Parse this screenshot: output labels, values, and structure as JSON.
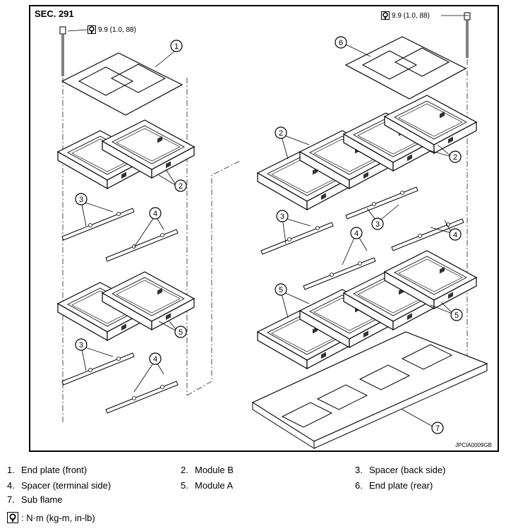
{
  "section_label": "SEC. 291",
  "torque_spec": "9.9 (1.0, 88)",
  "figure_code": "JPCIA0009GB",
  "legend": [
    {
      "num": "1.",
      "name": "End plate (front)"
    },
    {
      "num": "2.",
      "name": "Module B"
    },
    {
      "num": "3.",
      "name": "Spacer (back side)"
    },
    {
      "num": "4.",
      "name": "Spacer (terminal side)"
    },
    {
      "num": "5.",
      "name": "Module A"
    },
    {
      "num": "6.",
      "name": "End plate (rear)"
    },
    {
      "num": "7.",
      "name": "Sub flame"
    }
  ],
  "unit_text": ": N·m (kg-m, in-lb)",
  "callouts": [
    "1",
    "2",
    "2",
    "3",
    "4",
    "5",
    "3",
    "4",
    "6",
    "2",
    "2",
    "3",
    "3",
    "4",
    "4",
    "5",
    "5",
    "7"
  ],
  "icons": {
    "torque": "torque-wrench-icon"
  }
}
